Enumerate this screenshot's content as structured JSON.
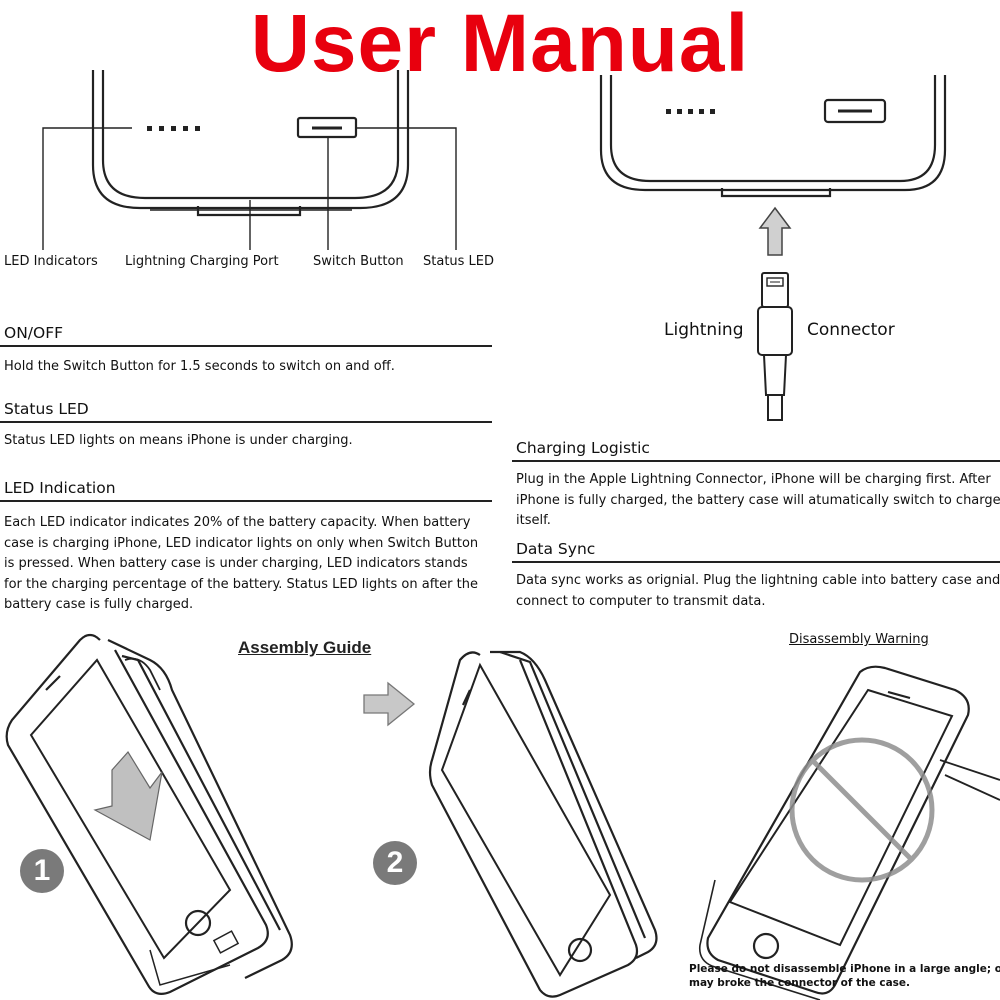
{
  "title": "User Manual",
  "top_labels": {
    "led_indicators": "LED Indicators",
    "lightning_port": "Lightning Charging Port",
    "switch_button": "Switch Button",
    "status_led": "Status LED"
  },
  "connector": {
    "left": "Lightning",
    "right": "Connector"
  },
  "sections": {
    "on_off": {
      "heading": "ON/OFF",
      "text": "Hold the Switch Button for 1.5 seconds to switch on and off."
    },
    "status_led": {
      "heading": "Status LED",
      "text": "Status LED lights on means iPhone is under charging."
    },
    "led_indication": {
      "heading": "LED Indication",
      "lines": [
        "Each LED indicator indicates 20% of the battery capacity.  When battery",
        "case is charging iPhone, LED indicator lights on only when Switch Button",
        "is pressed.  When battery case is under charging,  LED indicators stands",
        "for the charging percentage of the battery. Status LED lights on after the",
        "battery case is fully charged."
      ]
    },
    "charging_logistic": {
      "heading": "Charging Logistic",
      "lines": [
        "Plug in the Apple Lightning Connector, iPhone will be charging first. After",
        "iPhone is fully charged, the battery case will atumatically switch to charge",
        "itself."
      ]
    },
    "data_sync": {
      "heading": "Data Sync",
      "lines": [
        "Data sync works as orignial. Plug the lightning cable into battery case and",
        "connect to computer to transmit data."
      ]
    }
  },
  "assembly": {
    "heading": "Assembly Guide",
    "step1": "1",
    "step2": "2"
  },
  "disassembly": {
    "heading": "Disassembly Warning",
    "warning_lines": [
      "Please do not disassemble iPhone in a large angle; otherwise, i",
      "may broke the connector of the case."
    ]
  },
  "colors": {
    "title": "#e8000e",
    "line": "#222222",
    "step_badge": "#7a7a7a",
    "arrow": "#bdbdbd",
    "ring": "#9a9a9a"
  }
}
